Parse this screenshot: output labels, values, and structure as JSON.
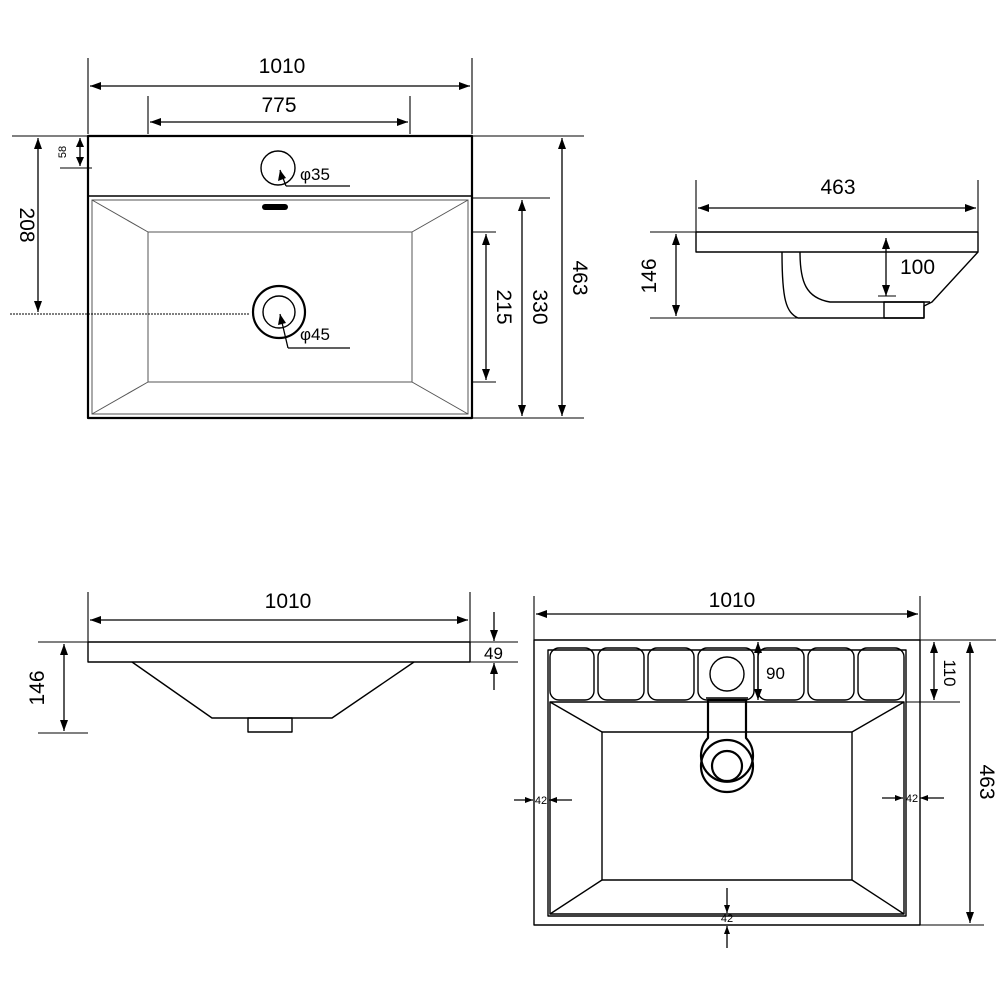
{
  "drawing": {
    "top_view": {
      "overall_width": "1010",
      "tap_zone_width": "775",
      "tap_hole_offset": "58",
      "drain_offset": "208",
      "tap_hole_diameter": "φ35",
      "drain_diameter": "φ45",
      "bowl_depth": "215",
      "bowl_length": "330",
      "overall_depth": "463"
    },
    "side_view": {
      "overall_depth": "463",
      "height": "146",
      "basin_depth": "100"
    },
    "front_view": {
      "overall_width": "1010",
      "height": "146",
      "rim_thickness": "49"
    },
    "plan_view": {
      "overall_width": "1010",
      "tap_hole_offset": "90",
      "rear_deck_depth": "110",
      "overall_depth": "463",
      "left_wall": "42",
      "right_wall": "42",
      "front_wall": "42"
    }
  }
}
